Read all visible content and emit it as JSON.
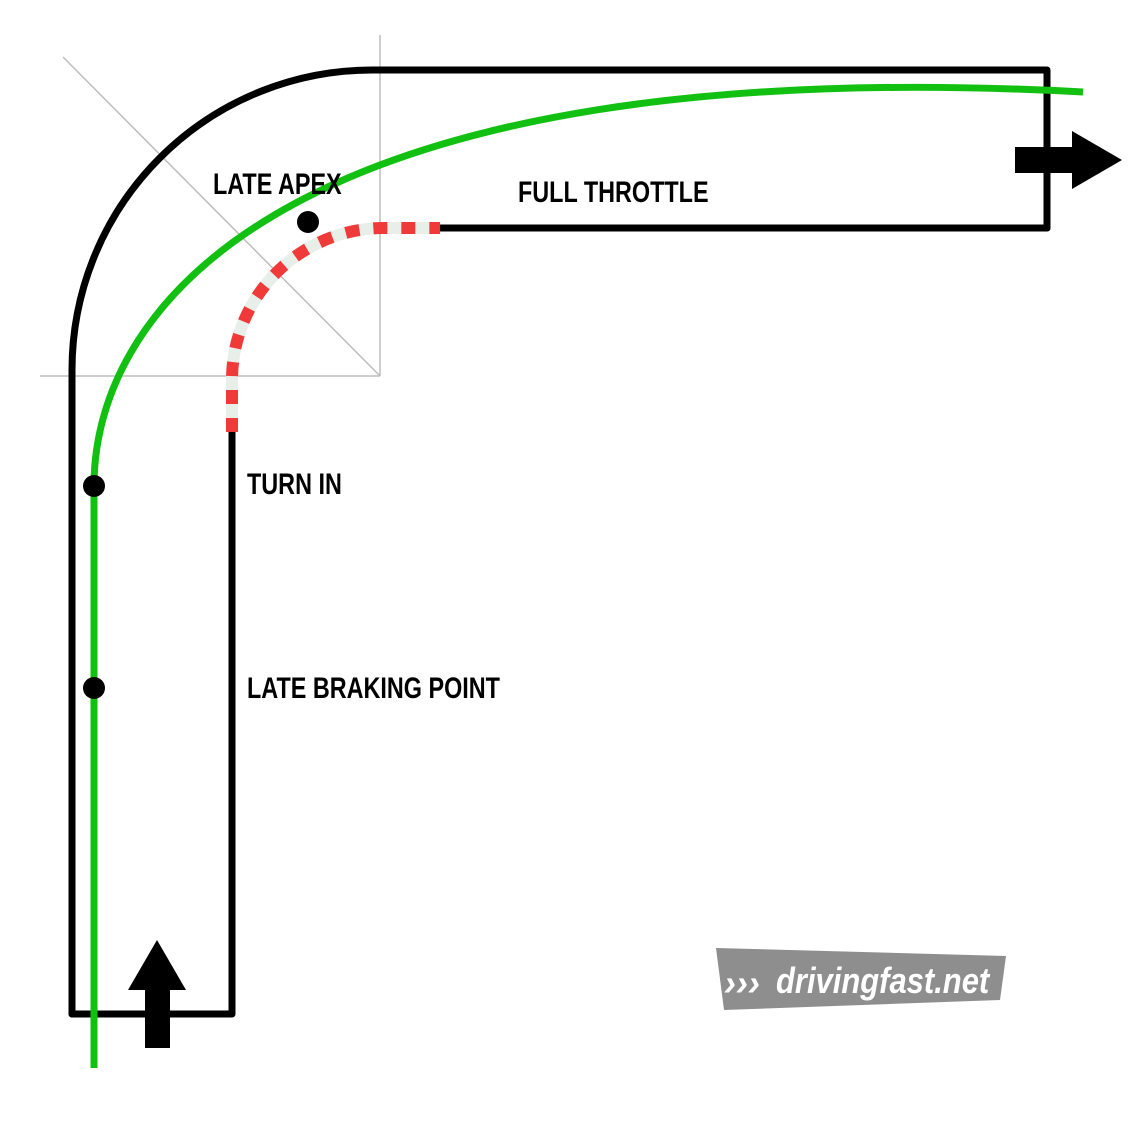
{
  "labels": {
    "late_apex": "LATE APEX",
    "full_throttle": "FULL THROTTLE",
    "turn_in": "TURN IN",
    "late_braking_point": "LATE BRAKING POINT"
  },
  "watermark": {
    "text": "drivingfast.net",
    "chevrons": "›››"
  },
  "colors": {
    "track_edge": "#000000",
    "racing_line": "#11c011",
    "curb_red": "#f03a3a",
    "curb_white": "#e8efe8",
    "guide_lines": "#bdbdbd",
    "watermark_bg": "#8e8e8e",
    "background": "#ffffff"
  },
  "icons": {
    "entry_arrow": "arrow-up-icon",
    "exit_arrow": "arrow-right-icon"
  }
}
